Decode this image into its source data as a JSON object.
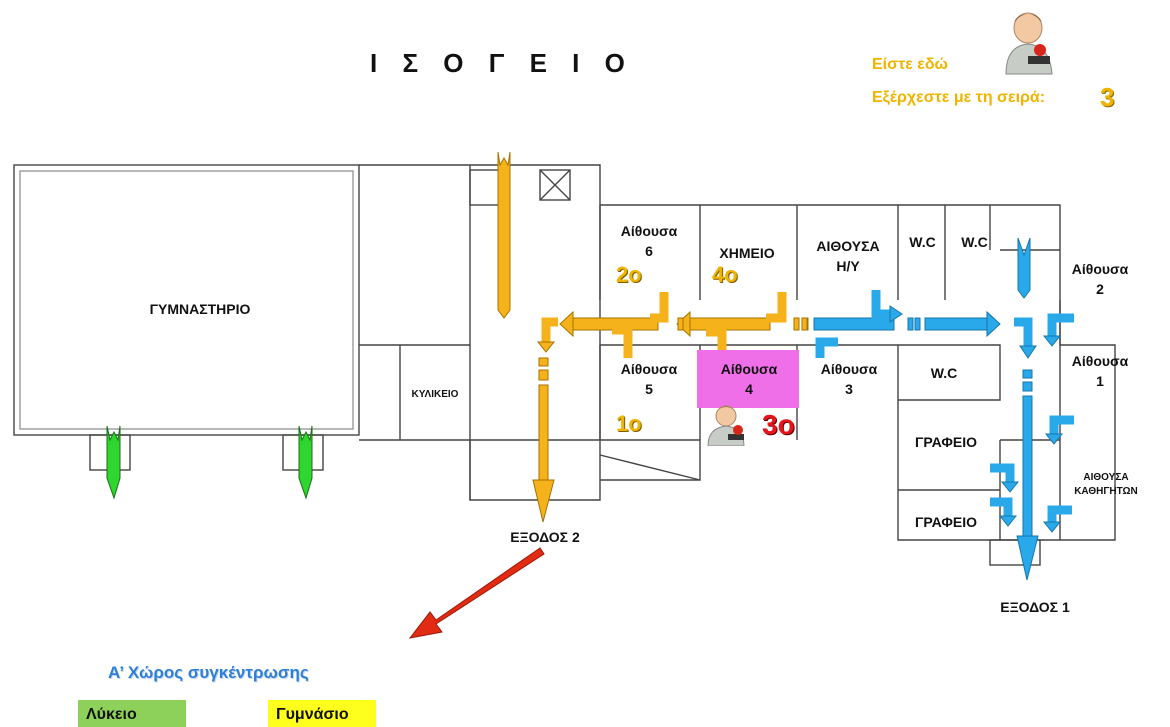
{
  "title": "Ι Σ Ο Γ Ε Ι Ο",
  "info": {
    "you_are_here": "Είστε εδώ",
    "exit_order_label": "Εξέρχεστε με τη σειρά:",
    "exit_order_value": "3"
  },
  "rooms": {
    "gym": "ΓΥΜΝΑΣΤΗΡΙΟ",
    "canteen": "ΚΥΛΙΚΕΙΟ",
    "room6_a": "Αίθουσα",
    "room6_b": "6",
    "chem": "ΧΗΜΕΙΟ",
    "pc_a": "ΑΙΘΟΥΣΑ",
    "pc_b": "Η/Υ",
    "wc1": "W.C",
    "wc2": "W.C",
    "wc3": "W.C",
    "room2_a": "Αίθουσα",
    "room2_b": "2",
    "room1_a": "Αίθουσα",
    "room1_b": "1",
    "room5_a": "Αίθουσα",
    "room5_b": "5",
    "room4_a": "Αίθουσα",
    "room4_b": "4",
    "room3_a": "Αίθουσα",
    "room3_b": "3",
    "office1": "ΓΡΑΦΕΙΟ",
    "office2": "ΓΡΑΦΕΙΟ",
    "teachers_a": "ΑΙΘΟΥΣΑ",
    "teachers_b": "ΚΑΘΗΓΗΤΩΝ"
  },
  "orders": {
    "room6": "2ο",
    "chem": "4ο",
    "room5": "1ο",
    "room4": "3ο"
  },
  "exits": {
    "exit1": "ΕΞΟΔΟΣ 1",
    "exit2": "ΕΞΟΔΟΣ  2"
  },
  "legend": {
    "meeting_point": "Α’ Χώρος συγκέντρωσης",
    "lyceum": "Λύκειο",
    "gymnasium": "Γυμνάσιο"
  },
  "colors": {
    "route_orange": "#f6b21a",
    "route_blue": "#29a8ea",
    "exit_green": "#2fd62f",
    "highlight": "#ef6fe8",
    "order_yellow": "#f0b400",
    "order_red": "#e8141c"
  }
}
